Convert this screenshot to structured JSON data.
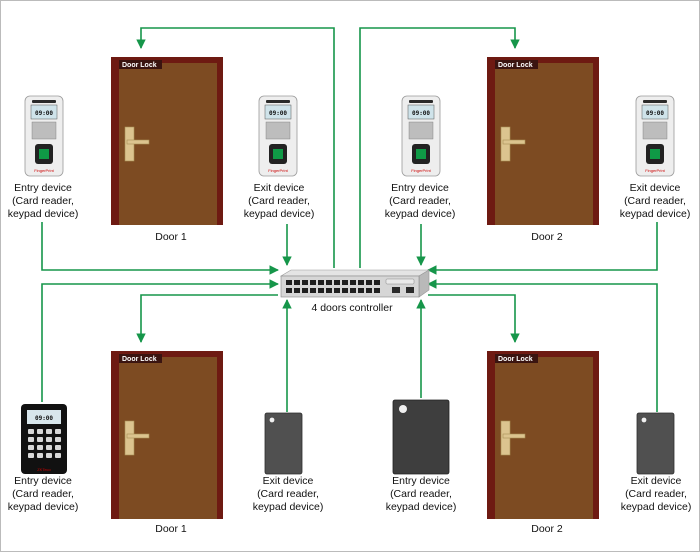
{
  "colors": {
    "connector": "#16964a",
    "door_frame": "#6e1a12",
    "door_panel": "#7d4b22",
    "lock_badge": "#3a1410",
    "border": "#bbbbbb"
  },
  "controller": {
    "label": "4 doors controller"
  },
  "doors": [
    {
      "title": "Door 1",
      "lock_label": "Door Lock"
    },
    {
      "title": "Door 2",
      "lock_label": "Door Lock"
    },
    {
      "title": "Door 1",
      "lock_label": "Door Lock"
    },
    {
      "title": "Door 2",
      "lock_label": "Door Lock"
    }
  ],
  "devices": [
    {
      "kind": "fingerprint-terminal",
      "screen_time": "09:00",
      "label_lines": [
        "Entry device",
        "(Card reader,",
        "keypad device)"
      ]
    },
    {
      "kind": "fingerprint-terminal",
      "screen_time": "09:00",
      "label_lines": [
        "Exit device",
        "(Card reader,",
        "keypad device)"
      ]
    },
    {
      "kind": "fingerprint-terminal",
      "screen_time": "09:00",
      "label_lines": [
        "Entry device",
        "(Card reader,",
        "keypad device)"
      ]
    },
    {
      "kind": "fingerprint-terminal",
      "screen_time": "09:00",
      "label_lines": [
        "Exit device",
        "(Card reader,",
        "keypad device)"
      ]
    },
    {
      "kind": "keypad-terminal",
      "screen_time": "09:00",
      "label_lines": [
        "Entry device",
        "(Card reader,",
        "keypad device)"
      ]
    },
    {
      "kind": "card-reader",
      "label_lines": [
        "Exit device",
        "(Card reader,",
        "keypad device)"
      ]
    },
    {
      "kind": "card-reader-large",
      "label_lines": [
        "Entry device",
        "(Card reader,",
        "keypad device)"
      ]
    },
    {
      "kind": "card-reader",
      "label_lines": [
        "Exit device",
        "(Card reader,",
        "keypad device)"
      ]
    }
  ]
}
